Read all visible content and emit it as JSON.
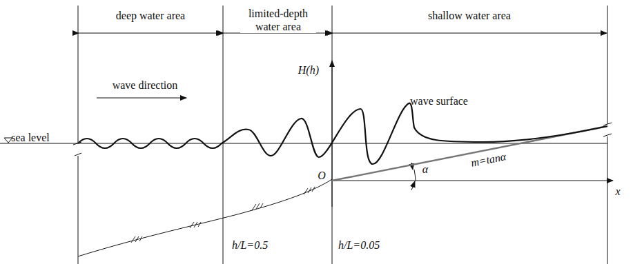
{
  "diagram": {
    "labels": [
      "deep water area",
      "limited-depth water area",
      "shallow water area",
      "wave direction",
      "sea level",
      "H(h)",
      "wave surface",
      "O",
      "α",
      "m=tanα",
      "x",
      "h/L=0.5",
      "h/L=0.05"
    ]
  }
}
